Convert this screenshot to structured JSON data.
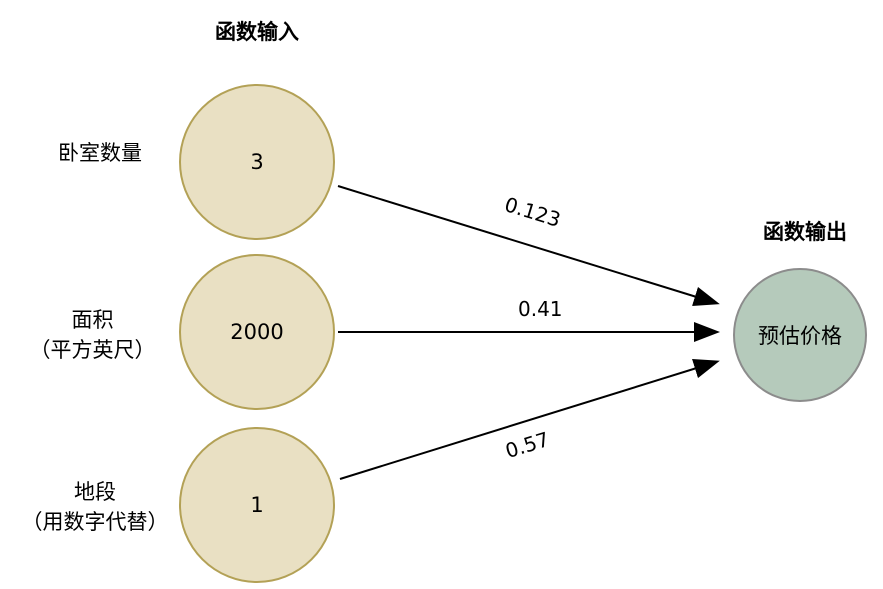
{
  "diagram": {
    "input_title": "函数输入",
    "output_title": "函数输出",
    "inputs": [
      {
        "label_line1": "卧室数量",
        "label_line2": "",
        "value": "3",
        "weight": "0.123"
      },
      {
        "label_line1": "面积",
        "label_line2": "（平方英尺）",
        "value": "2000",
        "weight": "0.41"
      },
      {
        "label_line1": "地段",
        "label_line2": "（用数字代替）",
        "value": "1",
        "weight": "0.57"
      }
    ],
    "output_label": "预估价格",
    "colors": {
      "input_fill": "#e9e0c3",
      "input_border": "#b3a156",
      "output_fill": "#b5cabb",
      "output_border": "#8c8c8c",
      "arrow": "#000000"
    }
  }
}
